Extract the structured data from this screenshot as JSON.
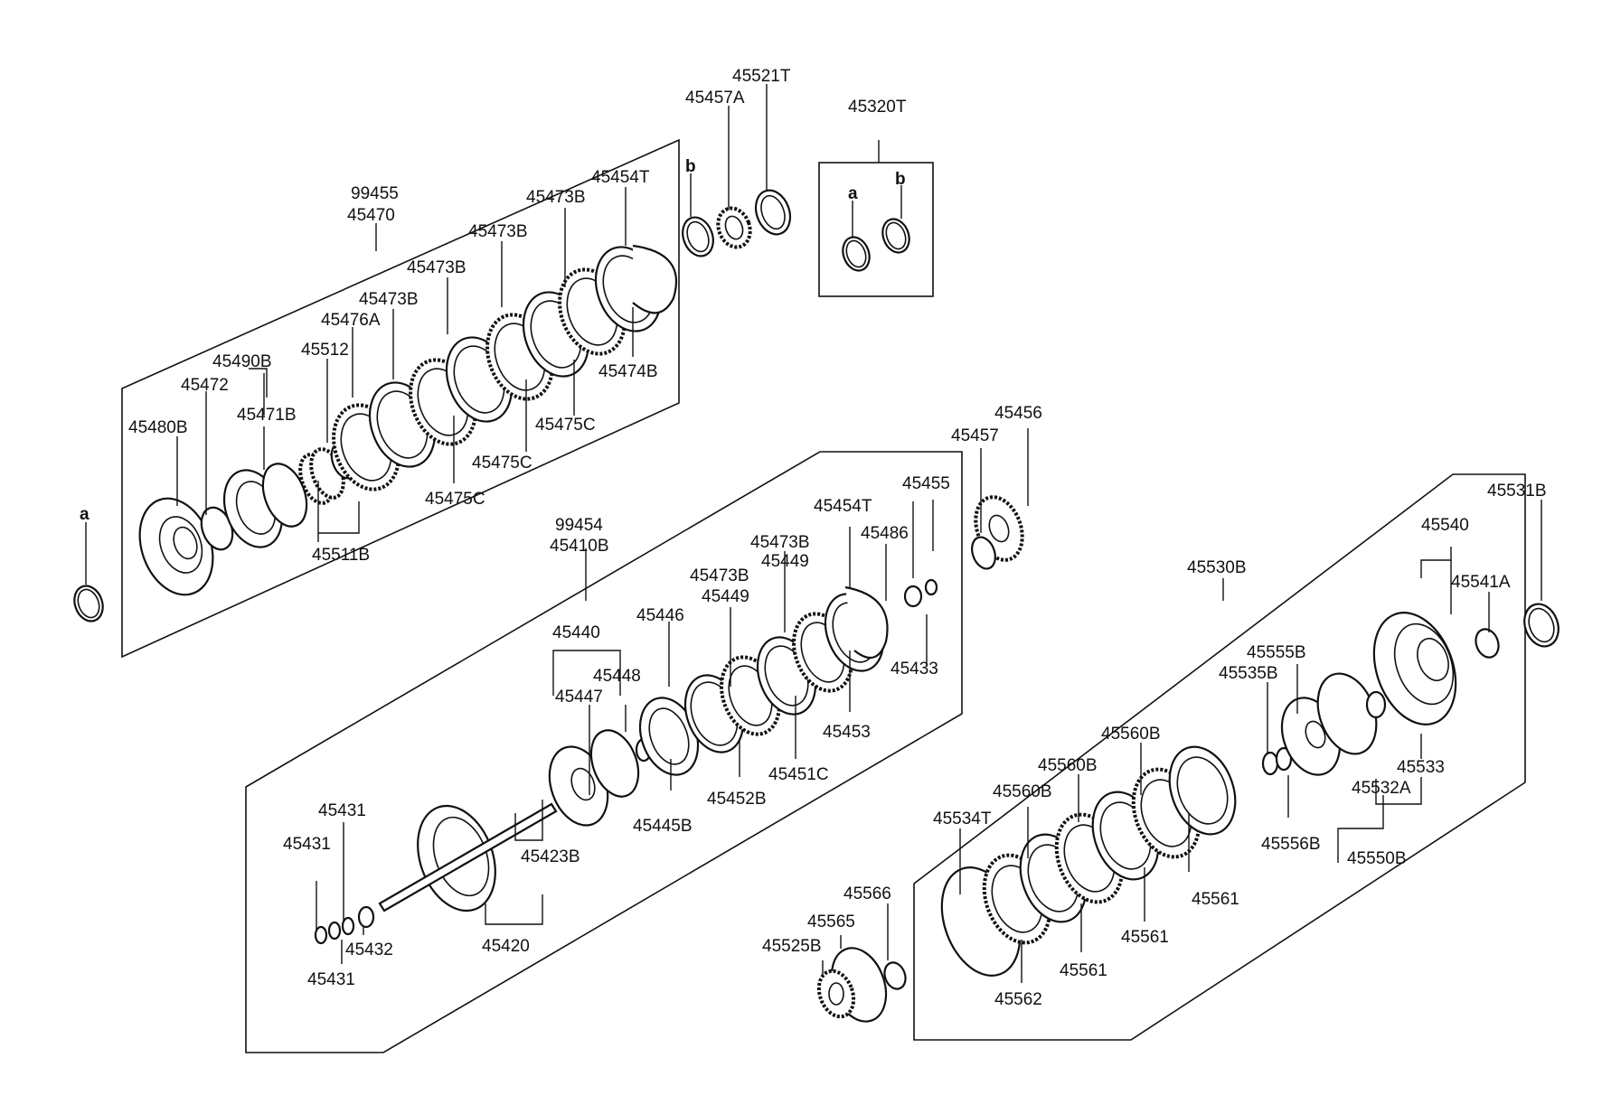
{
  "labels": {
    "l45521T": "45521T",
    "l45457A": "45457A",
    "l45320T": "45320T",
    "lb1": "b",
    "la_kit": "a",
    "lb_kit": "b",
    "l99455": "99455",
    "l45470": "45470",
    "l45454T_top": "45454T",
    "l45473B_1": "45473B",
    "l45473B_2": "45473B",
    "l45473B_3": "45473B",
    "l45473B_4": "45473B",
    "l45476A": "45476A",
    "l45512": "45512",
    "l45490B": "45490B",
    "l45472": "45472",
    "l45471B": "45471B",
    "l45480B": "45480B",
    "la_left": "a",
    "l45511B": "45511B",
    "l45475C_1": "45475C",
    "l45475C_2": "45475C",
    "l45475C_3": "45475C",
    "l45474B": "45474B",
    "l45456": "45456",
    "l45457": "45457",
    "l45455": "45455",
    "l45454T_mid": "45454T",
    "l45486": "45486",
    "l99454": "99454",
    "l45410B": "45410B",
    "l45473B_m1": "45473B",
    "l45449_1": "45449",
    "l45473B_m2": "45473B",
    "l45449_2": "45449",
    "l45440": "45440",
    "l45446": "45446",
    "l45448": "45448",
    "l45447": "45447",
    "l45433": "45433",
    "l45453": "45453",
    "l45451C": "45451C",
    "l45452B": "45452B",
    "l45445B": "45445B",
    "l45431_1": "45431",
    "l45431_2": "45431",
    "l45431_3": "45431",
    "l45432": "45432",
    "l45423B": "45423B",
    "l45420": "45420",
    "l45531B": "45531B",
    "l45540": "45540",
    "l45530B": "45530B",
    "l45541A": "45541A",
    "l45555B": "45555B",
    "l45535B": "45535B",
    "l45560B_1": "45560B",
    "l45560B_2": "45560B",
    "l45560B_3": "45560B",
    "l45534T": "45534T",
    "l45533": "45533",
    "l45532A": "45532A",
    "l45556B": "45556B",
    "l45550B": "45550B",
    "l45561_1": "45561",
    "l45561_2": "45561",
    "l45561_3": "45561",
    "l45562": "45562",
    "l45566": "45566",
    "l45565": "45565",
    "l45525B": "45525B"
  }
}
